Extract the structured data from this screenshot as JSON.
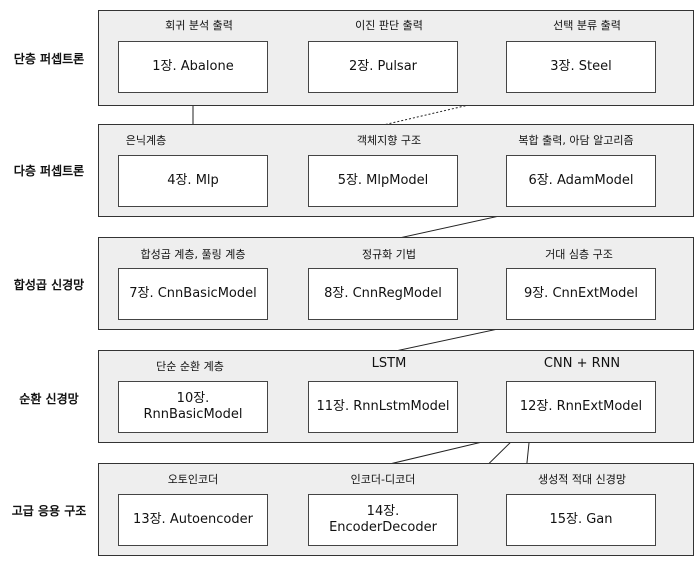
{
  "rows": [
    {
      "label": "단층 퍼셉트론",
      "nodes": [
        {
          "caption": "회귀 분석 출력",
          "title": "1장. Abalone"
        },
        {
          "caption": "이진 판단 출력",
          "title": "2장. Pulsar"
        },
        {
          "caption": "선택 분류 출력",
          "title": "3장. Steel"
        }
      ]
    },
    {
      "label": "다층 퍼셉트론",
      "nodes": [
        {
          "caption": "은닉계층",
          "title": "4장. Mlp"
        },
        {
          "caption": "객체지향 구조",
          "title": "5장. MlpModel"
        },
        {
          "caption": "복합 출력, 아담 알고리즘",
          "title": "6장. AdamModel"
        }
      ]
    },
    {
      "label": "합성곱 신경망",
      "nodes": [
        {
          "caption": "합성곱 계층, 풀링 계층",
          "title": "7장. CnnBasicModel"
        },
        {
          "caption": "정규화 기법",
          "title": "8장. CnnRegModel"
        },
        {
          "caption": "거대 심층 구조",
          "title": "9장. CnnExtModel"
        }
      ]
    },
    {
      "label": "순환 신경망",
      "nodes": [
        {
          "caption": "단순 순환 계층",
          "title_line1": "10장.",
          "title_line2": "RnnBasicModel"
        },
        {
          "caption": "LSTM",
          "title": "11장. RnnLstmModel"
        },
        {
          "caption": "CNN + RNN",
          "title": "12장. RnnExtModel"
        }
      ]
    },
    {
      "label": "고급 응용 구조",
      "nodes": [
        {
          "caption": "오토인코더",
          "title": "13장. Autoencoder"
        },
        {
          "caption": "인코더-디코더",
          "title_line1": "14장.",
          "title_line2": "EncoderDecoder"
        },
        {
          "caption": "생성적 적대 신경망",
          "title": "15장. Gan"
        }
      ]
    }
  ],
  "colors": {
    "band_fill": "#eeeeee",
    "band_border": "#333333",
    "box_fill": "#ffffff",
    "arrow": "#222222"
  }
}
